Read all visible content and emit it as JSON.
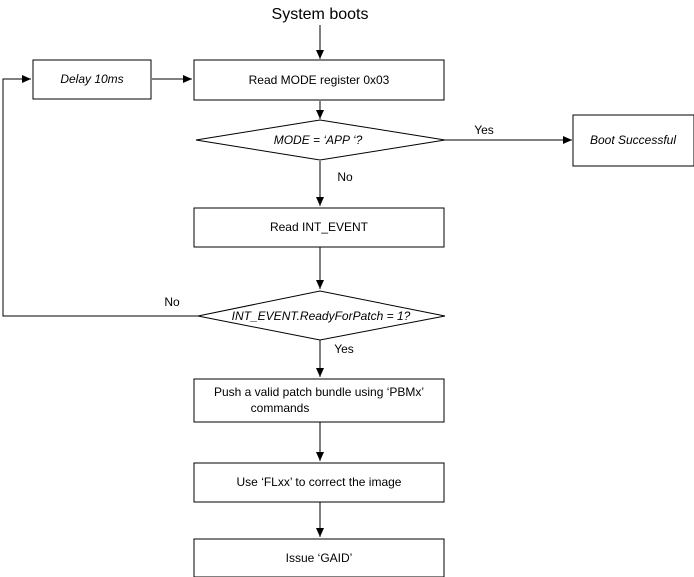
{
  "start": "System boots",
  "nodes": {
    "delay": "Delay 10ms",
    "read_mode": "Read MODE register 0x03",
    "mode_check": "MODE = ‘APP ‘?",
    "boot_success": "Boot Successful",
    "read_int": "Read INT_EVENT",
    "ready_check": "INT_EVENT.ReadyForPatch = 1?",
    "push_line1": "Push a valid patch bundle using ‘PBMx’",
    "push_line2": "commands",
    "use_flxx": "Use ‘FLxx’ to correct the image",
    "issue_gaid": "Issue ‘GAID’"
  },
  "edges": {
    "mode_yes": "Yes",
    "mode_no": "No",
    "ready_no": "No",
    "ready_yes": "Yes"
  }
}
